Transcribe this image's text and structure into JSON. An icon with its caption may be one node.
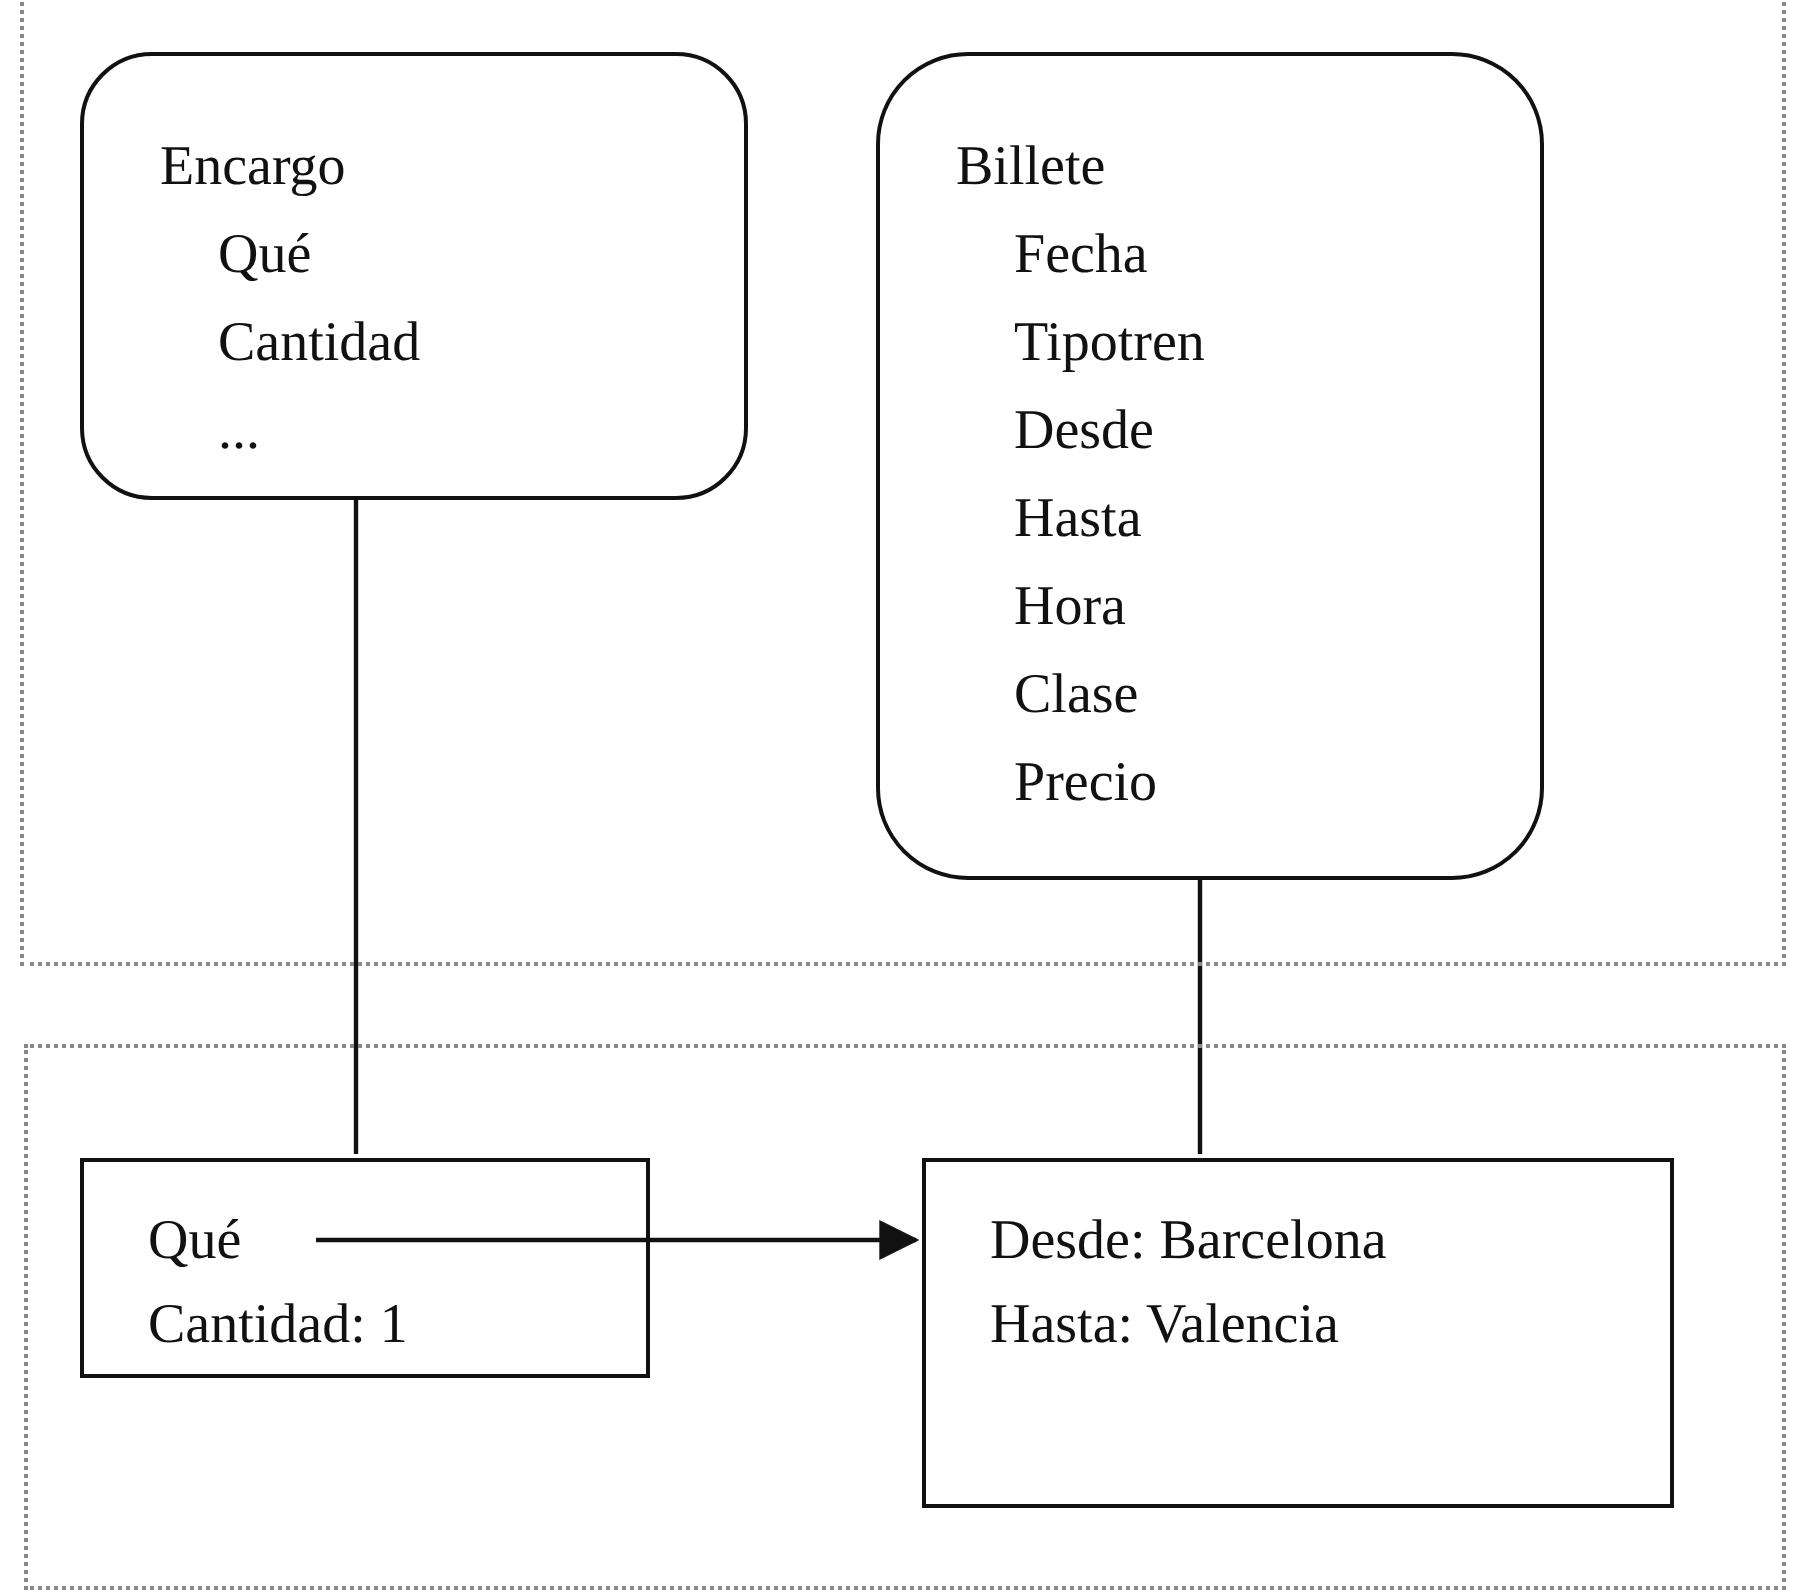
{
  "diagram": {
    "nodes": [
      {
        "text": [],
        "shape": "box"
      },
      {
        "text": [
          "Encargo",
          "Qué",
          "Cantidad",
          "..."
        ],
        "in": 0
      },
      {
        "text": [
          "Billete",
          "Fecha",
          "Tipotren",
          "Desde",
          "Hasta",
          "Hora",
          "Clase",
          "Precio"
        ],
        "in": 0
      },
      {
        "text": [],
        "shape": "box"
      },
      {
        "text": [
          "Qué",
          "Cantidad: 1"
        ],
        "in": 3
      },
      {
        "text": [
          "Desde: Barcelona",
          "Hasta: Valencia"
        ],
        "in": 3
      }
    ],
    "edges": [
      {
        "from": 1,
        "to": 4,
        "arrow": "none"
      },
      {
        "from": 2,
        "to": 5,
        "arrow": "none"
      },
      {
        "from": 4,
        "to": 5,
        "arrow": "to"
      }
    ]
  }
}
